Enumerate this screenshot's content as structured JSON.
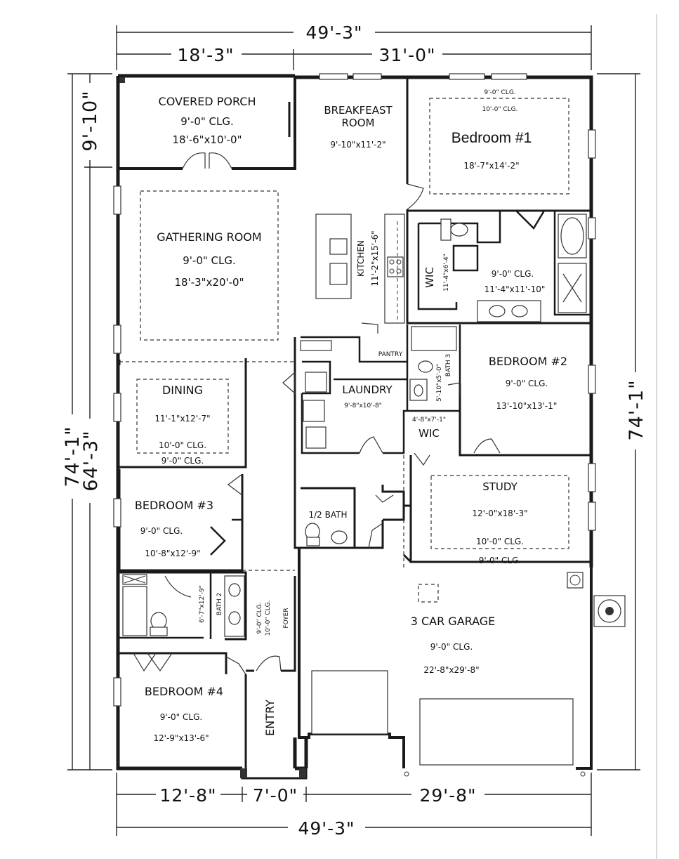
{
  "dimensions": {
    "top_overall": "49'-3\"",
    "top_left": "18'-3\"",
    "top_right": "31'-0\"",
    "bottom_overall": "49'-3\"",
    "bottom_left": "12'-8\"",
    "bottom_mid": "7'-0\"",
    "bottom_right": "29'-8\"",
    "left_outer": "74'-1\"",
    "left_inner": "64'-3\"",
    "left_porch": "9'-10\"",
    "right_overall": "74'-1\""
  },
  "rooms": {
    "covered_porch": {
      "name": "COVERED PORCH",
      "ceiling": "9'-0\" CLG.",
      "size": "18'-6\"x10'-0\""
    },
    "breakfast": {
      "name_line1": "BREAKFEAST",
      "name_line2": "ROOM",
      "size": "9'-10\"x11'-2\""
    },
    "bedroom1": {
      "ceiling1": "9'-0\" CLG.",
      "ceiling2": "10'-0\" CLG.",
      "name": "Bedroom #1",
      "size": "18'-7\"x14'-2\""
    },
    "gathering": {
      "name": "GATHERING ROOM",
      "ceiling": "9'-0\" CLG.",
      "size": "18'-3\"x20'-0\""
    },
    "kitchen": {
      "name": "KITCHEN",
      "size": "11'-2\"x15'-6\""
    },
    "master_wic": {
      "name": "WIC",
      "size": "11'-4\"x6'-4\""
    },
    "master_bath": {
      "ceiling": "9'-0\" CLG.",
      "size": "11'-4\"x11'-10\""
    },
    "pantry": {
      "name": "PANTRY"
    },
    "laundry": {
      "name": "LAUNDRY",
      "size": "9'-8\"x10'-8\""
    },
    "bath3": {
      "name": "BATH 3",
      "size": "5'-10\"x5'-0\""
    },
    "wic2": {
      "name": "WIC",
      "size": "4'-8\"x7'-1\""
    },
    "bedroom2": {
      "name": "BEDROOM #2",
      "ceiling": "9'-0\" CLG.",
      "size": "13'-10\"x13'-1\""
    },
    "dining": {
      "name": "DINING",
      "size": "11'-1\"x12'-7\"",
      "ceiling1": "10'-0\" CLG.",
      "ceiling2": "9'-0\" CLG."
    },
    "bedroom3": {
      "name": "BEDROOM #3",
      "ceiling": "9'-0\" CLG.",
      "size": "10'-8\"x12'-9\""
    },
    "half_bath": {
      "name": "1/2 BATH"
    },
    "study": {
      "name": "STUDY",
      "size": "12'-0\"x18'-3\"",
      "ceiling1": "10'-0\" CLG.",
      "ceiling2": "9'-0\" CLG."
    },
    "bath2": {
      "name": "BATH 2",
      "size": "6'-7\"x12'-9\""
    },
    "foyer": {
      "name": "FOYER",
      "ceiling1": "9'-0\" CLG.",
      "ceiling2": "10'-0\" CLG."
    },
    "garage": {
      "name": "3 CAR GARAGE",
      "ceiling": "9'-0\" CLG.",
      "size": "22'-8\"x29'-8\""
    },
    "bedroom4": {
      "name": "BEDROOM #4",
      "ceiling": "9'-0\" CLG.",
      "size": "12'-9\"x13'-6\""
    },
    "entry": {
      "name": "ENTRY"
    }
  }
}
